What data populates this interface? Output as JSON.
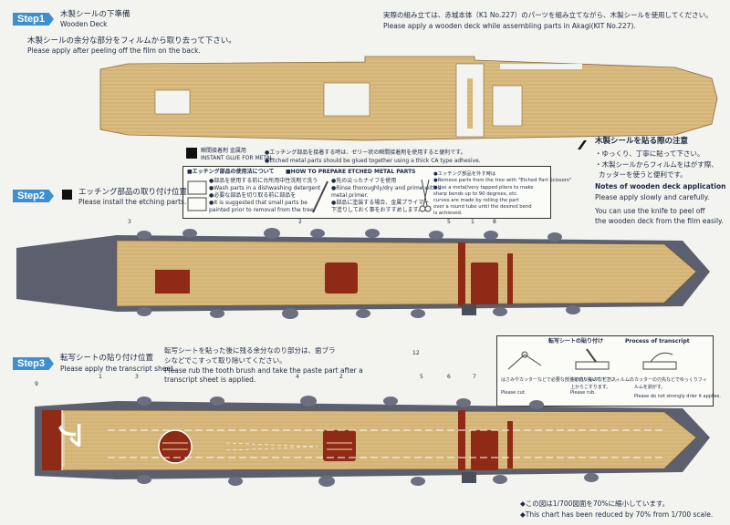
{
  "step1": {
    "label": "Step1",
    "title_jp": "木製シールの下準備",
    "title_en": "Wooden Deck",
    "note_jp": "木製シールの余分な部分をフィルムから取り去って下さい。",
    "note_en": "Please apply after peeling off the film on the back.",
    "assembly_jp": "実際の組み立ては、赤城本体（K1 No.227）のパーツを組み立てながら、木製シールを使用してください。",
    "assembly_en": "Please apply a wooden deck while assembling parts in Akagi(KIT No.227)."
  },
  "glue_box": {
    "line1_jp": "瞬間接着剤 金属用",
    "line1_en": "INSTANT GLUE FOR METAL",
    "line2_jp": "●エッチング部品を接着する時は、ゼリー状の瞬間接着剤を使用すると便利です。",
    "line2_en": "●Etched metal parts should be glued together using a thick CA type adhesive."
  },
  "etch_box": {
    "title_jp": "■エッチング部品の使用法について",
    "title_en": "■HOW TO PREPARE ETCHED METAL PARTS",
    "col1": [
      "●部品を使用する前に台所用中性洗剤で洗う",
      "●Wash parts in a dishwashing detergent",
      "●必要な部品を切り取る前に部品を",
      "●It is suggested that small parts be",
      "painted prior to removal from the tree."
    ],
    "col2": [
      "●先の尖ったナイフを使用",
      "●Rinse thoroughly/dry and prime with a",
      "metal primer.",
      "●部品に塗装する場合、金属プライマー",
      "下塗りしておく事をおすすめします。"
    ],
    "col3": [
      "●エッチング部品を外す時は",
      "●Remove parts from the tree with \"Etched Part Scissors\"",
      "●Use a metal/very tapped pliers to make",
      "sharp bends up to 90 degrees, etc.",
      "curves are made by rolling the part",
      "over a round tube until the desired bend",
      "is achieved."
    ]
  },
  "notes_box": {
    "title_jp": "木製シールを貼る際の注意",
    "line1_jp": "・ゆっくり、丁寧に貼って下さい。",
    "line2_jp": "・木製シールからフィルムをはがす際、",
    "line3_jp": "カッターを使うと便利です。",
    "title_en": "Notes of wooden deck application",
    "line1_en": "Please apply slowly and carefully.",
    "line2_en": "You can use the knife to peel off",
    "line3_en": "the wooden deck from the film easily."
  },
  "step2": {
    "label": "Step2",
    "title_jp": "エッチング部品の取り付け位置",
    "title_en": "Please install the etching parts.",
    "callouts": [
      "3",
      "2",
      "5",
      "1",
      "8",
      "12"
    ]
  },
  "step3": {
    "label": "Step3",
    "title_jp": "転写シートの貼り付け位置",
    "title_en": "Please apply the transcript sheet.",
    "note_jp1": "転写シートを貼った後に残る余分なのり部分は、歯ブラ",
    "note_jp2": "シなどでこすって取り除いてください。",
    "note_en1": "Please rub the tooth brush and take the paste part after a",
    "note_en2": "transcript sheet is applied.",
    "callouts": [
      "9",
      "1",
      "3",
      "4",
      "2",
      "5",
      "6",
      "7"
    ],
    "deck_letter": "ア"
  },
  "transcript_box": {
    "title_jp": "転写シートの貼り付け",
    "title_en": "Process of transcript",
    "step1_jp": "はさみやカッターなどで必要な部分を切り抜いて下さい。",
    "step1_en": "Please cut.",
    "step2_jp": "先の丸いものなどでフィルムの上からこすります。",
    "step2_en": "Please rub.",
    "step3_jp": "カッターの刃先などでゆっくりフィルムを剥がす。",
    "step3_en": "Please do not strongly drier it applies."
  },
  "footer": {
    "scale_jp": "◆この図は1/700図面を70%に縮小しています。",
    "scale_en": "◆This chart has been reduced by 70% from 1/700 scale."
  },
  "colors": {
    "accent": "#3f8fd0",
    "deck": "#d6b47a",
    "hull": "#5c5f6e",
    "marking": "#9a2a16"
  }
}
